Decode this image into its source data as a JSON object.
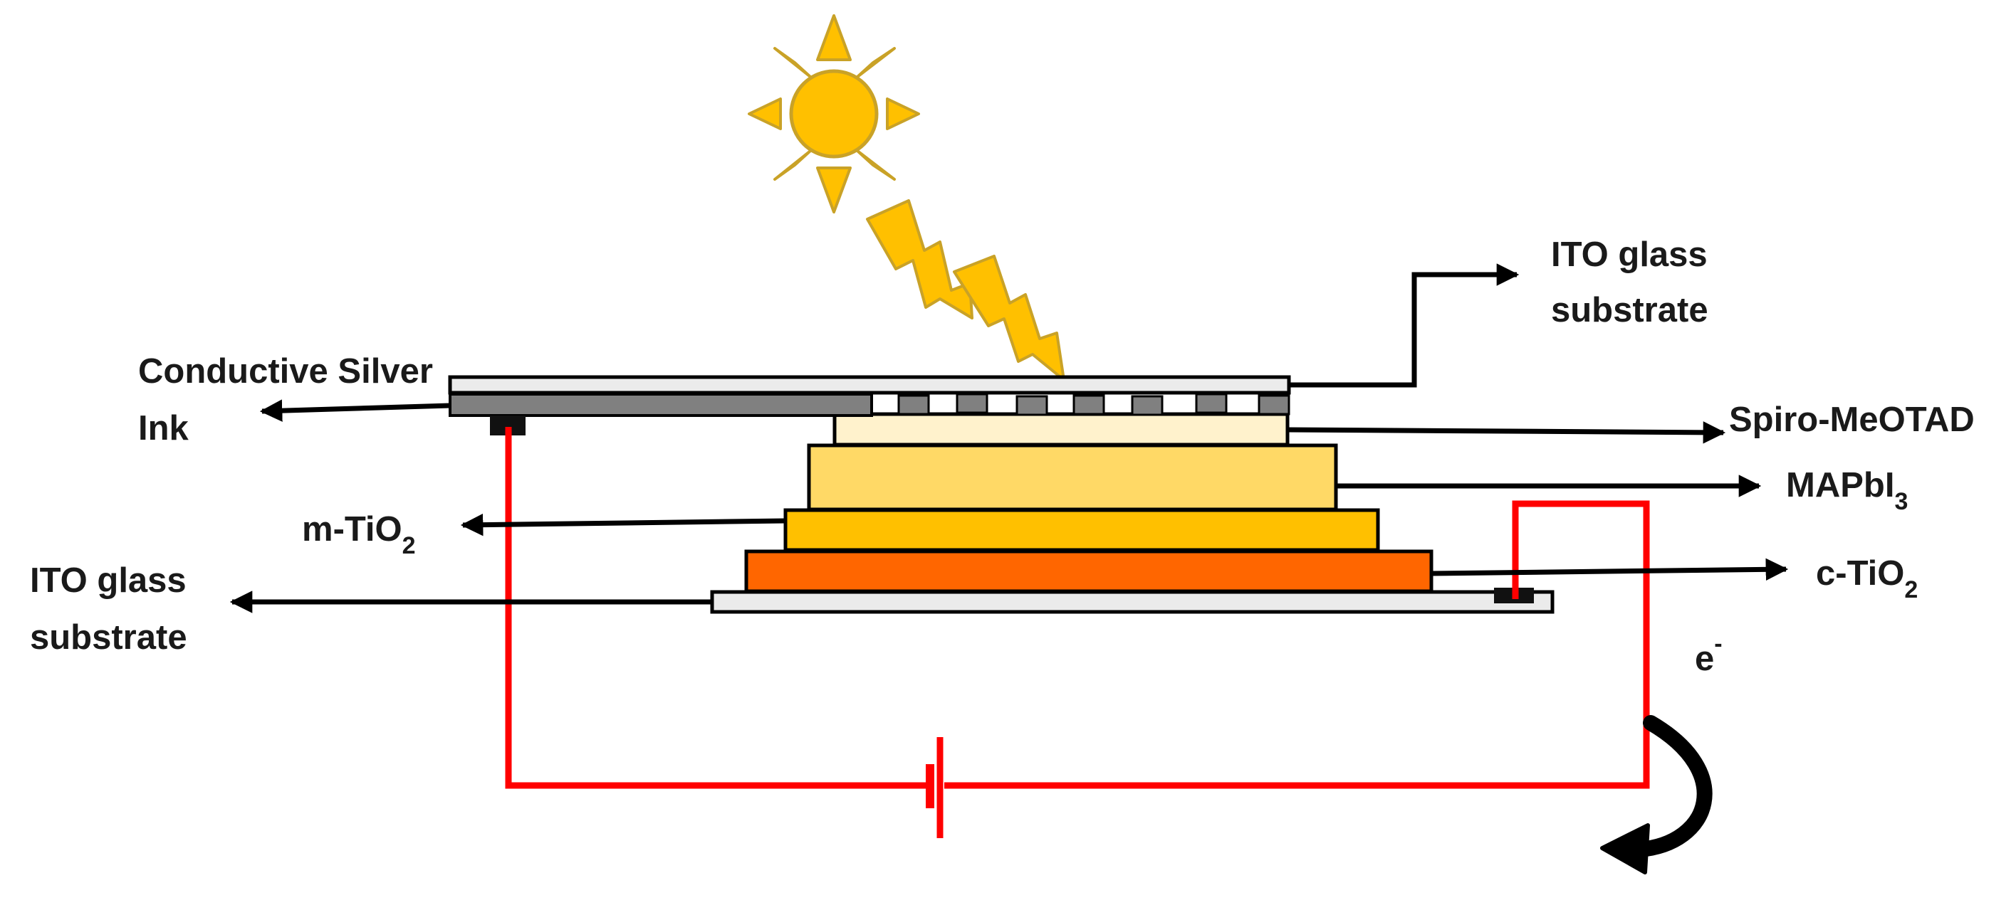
{
  "labels": {
    "ito_top_line1": "ITO glass",
    "ito_top_line2": "substrate",
    "silver_line1": "Conductive Silver",
    "silver_line2": "Ink",
    "spiro": "Spiro-MeOTAD",
    "mapbi_main": "MAPbI",
    "mapbi_sub": "3",
    "mtio_main": "m-TiO",
    "mtio_sub": "2",
    "ctio_main": "c-TiO",
    "ctio_sub": "2",
    "ito_bottom_line1": "ITO glass",
    "ito_bottom_line2": "substrate",
    "electron_main": "e",
    "electron_sup": "-"
  },
  "colors": {
    "sun": "#FFC000",
    "sun_outline": "#C9A227",
    "lightning": "#FFC000",
    "ito_glass": "#EBEBEB",
    "silver_ink": "#808080",
    "spiro_layer": "#FFF2CC",
    "mapbi_layer": "#FFD966",
    "mtio_layer": "#FFC000",
    "ctio_layer": "#FF6600",
    "circuit_wire": "#FF0000",
    "arrows": "#000000"
  },
  "icons": {
    "sun": "sun-icon",
    "lightning": "lightning-icon",
    "battery": "battery-symbol",
    "electron_flow": "curved-arrow-icon"
  }
}
